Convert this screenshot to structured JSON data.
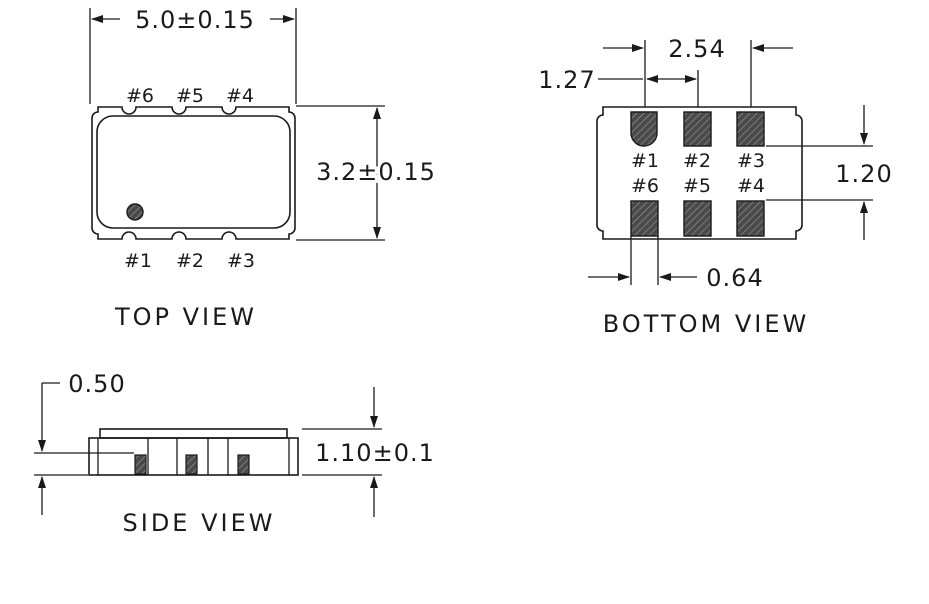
{
  "top_view": {
    "title": "TOP VIEW",
    "width_dim": "5.0±0.15",
    "height_dim": "3.2±0.15",
    "top_pins": [
      "#6",
      "#5",
      "#4"
    ],
    "bottom_pins": [
      "#1",
      "#2",
      "#3"
    ]
  },
  "bottom_view": {
    "title": "BOTTOM VIEW",
    "pitch_dim": "2.54",
    "half_pitch_dim": "1.27",
    "row_gap_dim": "1.20",
    "pad_width_dim": "0.64",
    "upper_pins": [
      "#1",
      "#2",
      "#3"
    ],
    "lower_pins": [
      "#6",
      "#5",
      "#4"
    ]
  },
  "side_view": {
    "title": "SIDE VIEW",
    "standoff_dim": "0.50",
    "height_dim": "1.10±0.1"
  },
  "colors": {
    "line": "#1a1a1a",
    "pad_fill": "#5a5a5a",
    "background": "#ffffff"
  }
}
